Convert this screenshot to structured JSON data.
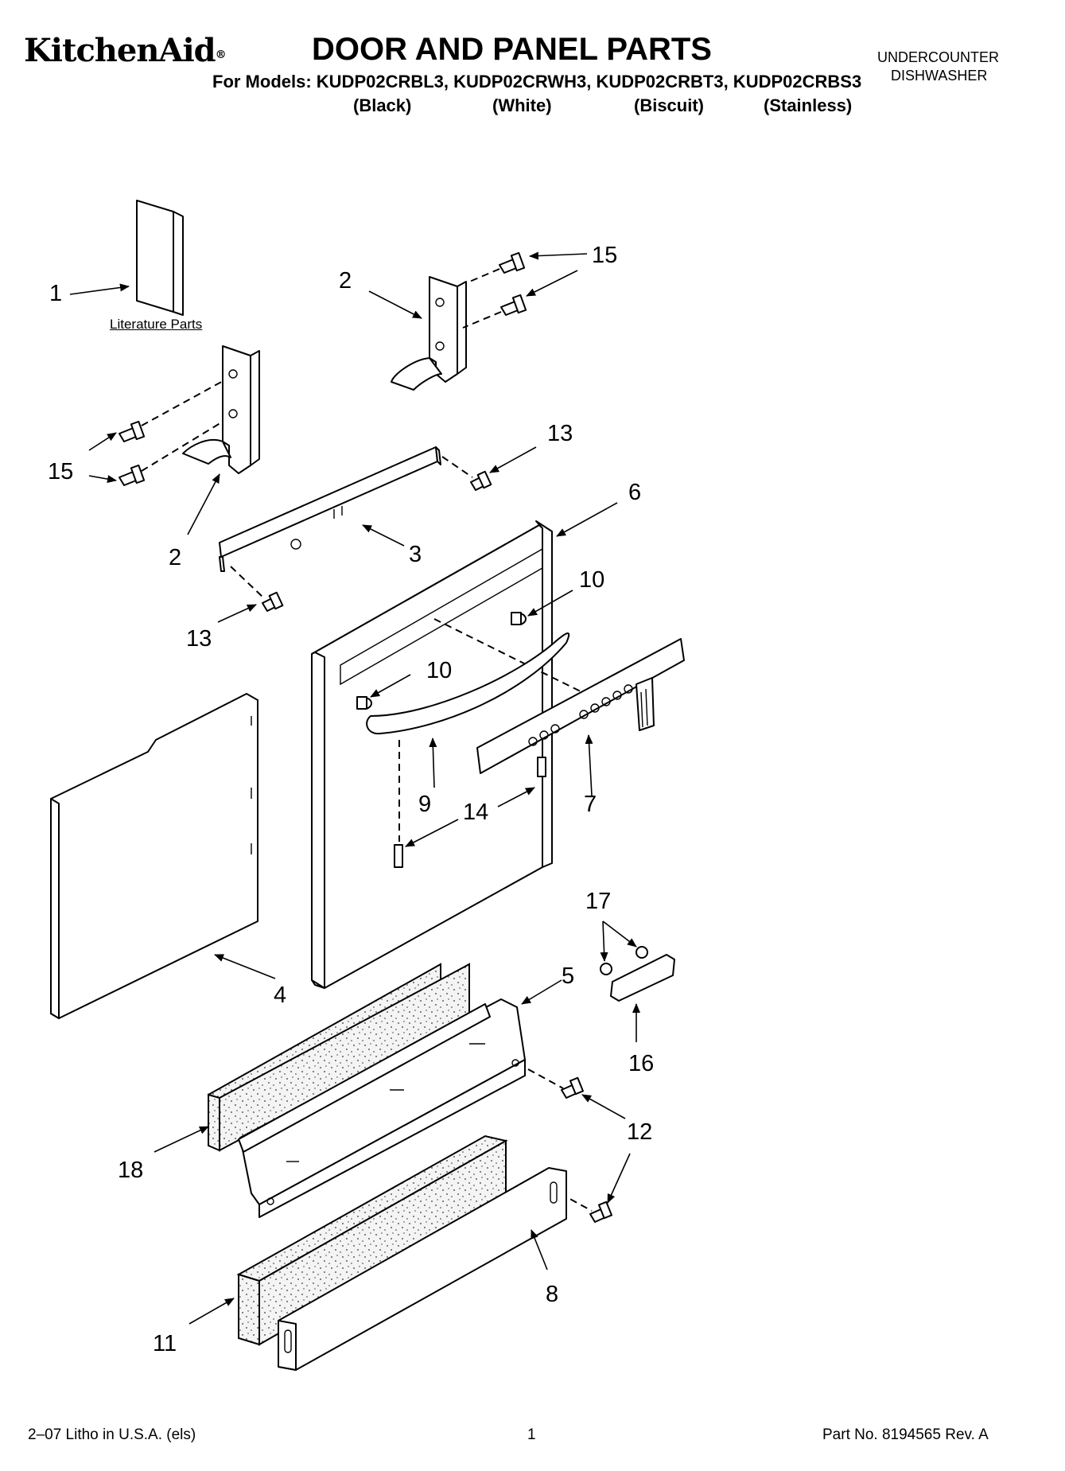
{
  "header": {
    "brand": "KitchenAid",
    "brand_mark": "®",
    "title": "DOOR AND PANEL PARTS",
    "models_line": "For Models: KUDP02CRBL3, KUDP02CRWH3, KUDP02CRBT3, KUDP02CRBS3",
    "variants": [
      "(Black)",
      "(White)",
      "(Biscuit)",
      "(Stainless)"
    ],
    "product_line1": "UNDERCOUNTER",
    "product_line2": "DISHWASHER"
  },
  "diagram": {
    "literature_caption": "Literature Parts",
    "callouts": {
      "c1": "1",
      "c2a": "2",
      "c2b": "2",
      "c3": "3",
      "c4": "4",
      "c5": "5",
      "c6": "6",
      "c7": "7",
      "c8": "8",
      "c9": "9",
      "c10a": "10",
      "c10b": "10",
      "c11": "11",
      "c12": "12",
      "c13a": "13",
      "c13b": "13",
      "c14": "14",
      "c15a": "15",
      "c15b": "15",
      "c16": "16",
      "c17": "17",
      "c18": "18"
    }
  },
  "footer": {
    "left": "2–07 Litho in U.S.A. (els)",
    "page": "1",
    "part_no": "Part No. 8194565 Rev. A"
  }
}
